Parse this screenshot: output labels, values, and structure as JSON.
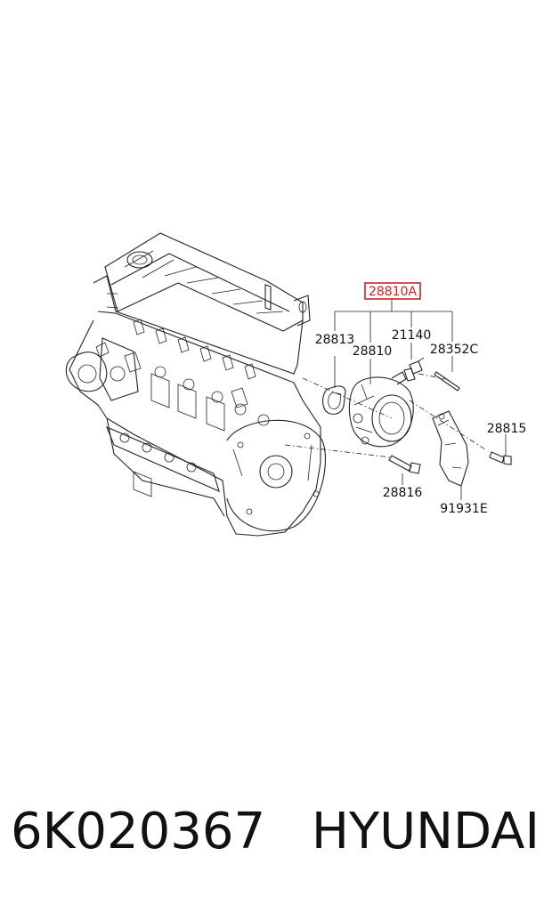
{
  "callouts": {
    "main_assembly": "28810A",
    "gasket": "28813",
    "pump": "28810",
    "sensor": "21140",
    "pin": "28352C",
    "bolt_right": "28815",
    "bolt_lower": "28816",
    "bracket": "91931E"
  },
  "colors": {
    "highlight_box": "#cc2222",
    "line": "#222222"
  },
  "footer": {
    "part_number": "6K020367",
    "brand": "HYUNDAI"
  }
}
